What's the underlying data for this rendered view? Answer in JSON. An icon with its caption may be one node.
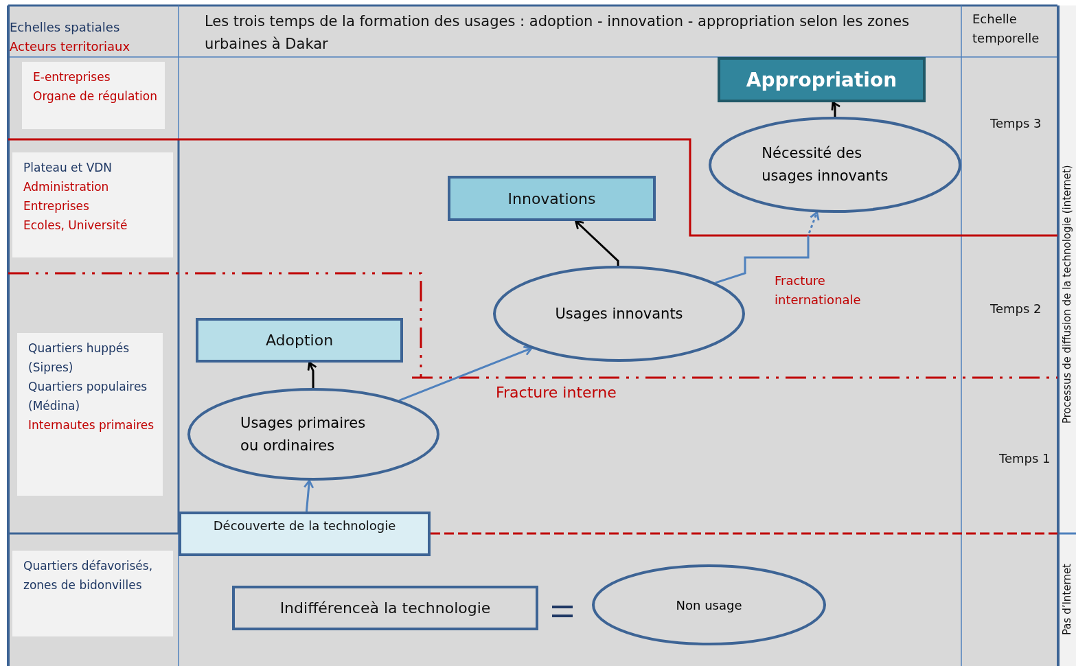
{
  "diagram": {
    "title": "Les trois temps de la formation des usages : adoption - innovation - appropriation selon les zones urbaines à Dakar",
    "nodes": [
      {
        "text": [
          "E-entreprises",
          "Organe de régulation"
        ]
      },
      {
        "text": [
          "Plateau et VDN",
          "Administration",
          "Entreprises",
          "Ecoles, Université"
        ]
      },
      {
        "text": [
          "Quartiers huppés (Sipres)",
          "Quartiers populaires (Médina)",
          "Internautes primaires"
        ]
      },
      {
        "text": [
          "Quartiers défavorisés, zones de bidonvilles"
        ]
      },
      {
        "text": [
          "Appropriation"
        ]
      },
      {
        "text": [
          "Nécessité des usages innovants"
        ]
      },
      {
        "text": [
          "Innovations"
        ]
      },
      {
        "text": [
          "Usages innovants"
        ]
      },
      {
        "text": [
          "Adoption"
        ]
      },
      {
        "text": [
          "Usages primaires ou ordinaires"
        ]
      },
      {
        "text": [
          "Découverte de la technologie"
        ]
      },
      {
        "text": [
          "Indifférenceà la technologie"
        ]
      },
      {
        "text": [
          "Non usage"
        ]
      }
    ],
    "edges": [
      {
        "from": 5,
        "to": 4,
        "arrow": "to",
        "color": "#000000"
      },
      {
        "from": 7,
        "to": 6,
        "arrow": "to",
        "color": "#000000"
      },
      {
        "from": 9,
        "to": 8,
        "arrow": "to",
        "color": "#000000"
      },
      {
        "from": 10,
        "to": 9,
        "arrow": "to",
        "color": "#4f81bd"
      },
      {
        "from": 9,
        "to": 7,
        "arrow": "to",
        "color": "#4f81bd"
      },
      {
        "from": 7,
        "to": 5,
        "arrow": "to",
        "color": "#4f81bd",
        "style": "dashed"
      }
    ],
    "labels": [
      "Echelles spatiales",
      "Acteurs territoriaux",
      "Echelle temporelle",
      "Temps 3",
      "Fracture internationale",
      "Temps 2",
      "Fracture interne",
      "Temps 1",
      "Processus de diffusion de la technologie (internet)",
      "Pas d’Internet"
    ]
  }
}
